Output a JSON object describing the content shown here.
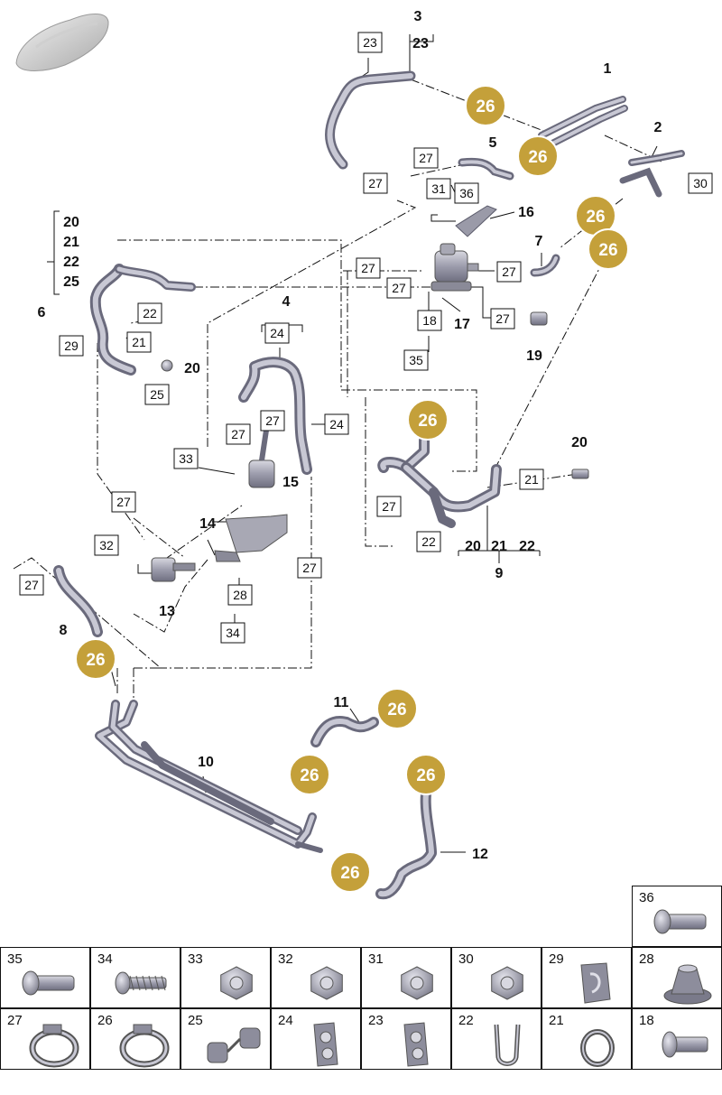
{
  "diagram": {
    "accent_color": "#c4a03a",
    "line_color": "#111111",
    "part_color": "#9a9aa8",
    "bold_labels": {
      "p1": "1",
      "p2": "2",
      "p3": "3",
      "p3b": "23",
      "p4": "4",
      "p5": "5",
      "p6": "6",
      "p7": "7",
      "p8": "8",
      "p9": "9",
      "p10": "10",
      "p11": "11",
      "p12": "12",
      "p13": "13",
      "p14": "14",
      "p15": "15",
      "p16": "16",
      "p17": "17",
      "p19": "19",
      "p20a": "20",
      "p20b": "20",
      "p9a": "20",
      "p9b": "21",
      "p9c": "22",
      "g20": "20",
      "g21": "21",
      "g22": "22",
      "g25": "25"
    },
    "boxed_labels": {
      "b23": "23",
      "b27a": "27",
      "b27b": "27",
      "b27c": "27",
      "b27d": "27",
      "b27e": "27",
      "b27f": "27",
      "b27g": "27",
      "b27h": "27",
      "b27i": "27",
      "b27j": "27",
      "b27k": "27",
      "b30": "30",
      "b31": "31",
      "b36": "36",
      "b18": "18",
      "b35": "35",
      "b22a": "22",
      "b21a": "21",
      "b29": "29",
      "b25": "25",
      "b24a": "24",
      "b24b": "24",
      "b33": "33",
      "b32": "32",
      "b28": "28",
      "b34": "34",
      "b21b": "21",
      "b22b": "22"
    },
    "coin_label": "26"
  },
  "legend": {
    "cells": [
      {
        "num": "36",
        "icon": "bolt-flange-icon"
      },
      {
        "num": "35",
        "icon": "bolt-icon"
      },
      {
        "num": "34",
        "icon": "self-tapping-screw-icon"
      },
      {
        "num": "33",
        "icon": "hex-nut-icon"
      },
      {
        "num": "32",
        "icon": "hex-nut-icon"
      },
      {
        "num": "31",
        "icon": "hex-nut-icon"
      },
      {
        "num": "30",
        "icon": "hex-nut-icon"
      },
      {
        "num": "29",
        "icon": "hose-clip-icon"
      },
      {
        "num": "28",
        "icon": "rubber-grommet-icon"
      },
      {
        "num": "27",
        "icon": "hose-clamp-icon"
      },
      {
        "num": "26",
        "icon": "hose-clamp-icon"
      },
      {
        "num": "25",
        "icon": "double-clip-icon"
      },
      {
        "num": "24",
        "icon": "line-clip-icon"
      },
      {
        "num": "23",
        "icon": "line-clip-icon"
      },
      {
        "num": "22",
        "icon": "retaining-clip-icon"
      },
      {
        "num": "21",
        "icon": "o-ring-icon"
      },
      {
        "num": "18",
        "icon": "bushing-icon"
      }
    ]
  }
}
